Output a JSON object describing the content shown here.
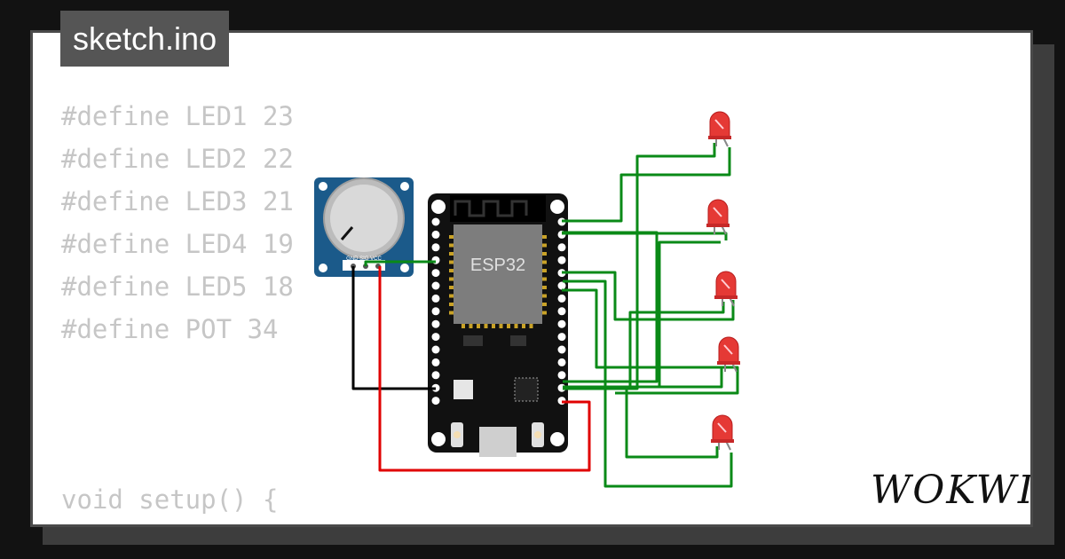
{
  "file_tab": {
    "label": "sketch.ino"
  },
  "code_lines": [
    "#define LED1 23",
    "#define LED2 22",
    "#define LED3 21",
    "#define LED4 19",
    "#define LED5 18",
    "#define POT 34",
    "void setup() {"
  ],
  "board": {
    "label": "ESP32"
  },
  "potentiometer": {
    "pin_labels": "GND SIG VCC"
  },
  "brand": {
    "logo_text": "WOKWI"
  },
  "colors": {
    "wire_green": "#0a8a17",
    "wire_black": "#000000",
    "wire_red": "#e00000",
    "led_red": "#e53935",
    "pot_blue": "#1b5a8a",
    "board_black": "#111111"
  }
}
